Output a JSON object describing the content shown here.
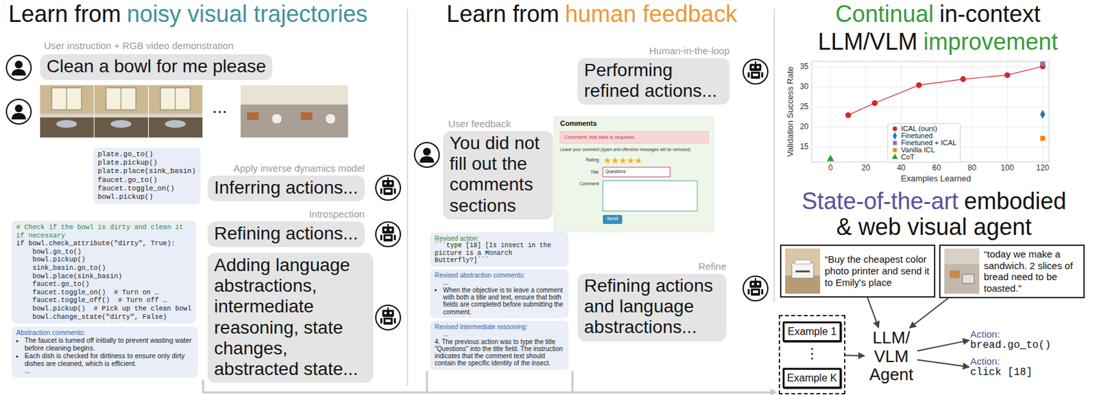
{
  "diagram": {
    "nodes": [
      {
        "text": [
          "Clean a bowl for me please"
        ]
      },
      {
        "text": [
          "plate.go_to()",
          "plate.pickup()",
          "plate.place(sink_basin)",
          "faucet.go_to()",
          "faucet.toggle_on()",
          "bowl.pickup()"
        ]
      },
      {
        "text": [
          "Apply inverse dynamics model",
          "Inferring actions..."
        ]
      },
      {
        "text": [
          "Introspection",
          "Refining actions..."
        ]
      },
      {
        "text": [
          "Adding language abstractions, intermediate reasoning, state changes, abstracted state..."
        ]
      },
      {
        "text": [
          "# Check if the bowl is dirty and clean it",
          "if necessary",
          "if bowl.check_attribute(\"dirty\", True):",
          "bowl.go_to()",
          "bowl.pickup()",
          "sink_basin.go_to()",
          "bowl.place(sink_basin)",
          "faucet.go_to()",
          "faucet.toggle_on()  # Turn on …",
          "faucet.toggle_off()  # Turn off …",
          "bowl.pickup()  # Pick up the clean bowl",
          "bowl.change_state(\"dirty\", False)"
        ]
      },
      {
        "text": [
          "Abstraction comments:",
          "The faucet is turned off initially to prevent wasting water before cleaning begins.",
          "Each dish is checked for dirtiness to ensure only dirty dishes are cleaned, which is efficient.",
          "..."
        ]
      },
      {
        "text": [
          "Human-in-the-loop",
          "Performing refined actions..."
        ]
      },
      {
        "text": [
          "User feedback",
          "You did not fill out the comments sections"
        ]
      },
      {
        "text": [
          "Revised action:",
          "```type [18] [Is insect in the picture is a Monarch Butterfly?]```"
        ]
      },
      {
        "text": [
          "Revised abstraction comments:",
          "...",
          "When the objective is to leave a comment with both a title and text, ensure that both fields are completed before submitting the comment."
        ]
      },
      {
        "text": [
          "Revised intermediate reasoning:",
          "...",
          "4. The previous action was to type the title \"Questions\" into the title field. The instruction indicates that the comment text should contain the specific identity of the insect."
        ]
      },
      {
        "text": [
          "Refine",
          "Refining actions and language abstractions..."
        ]
      },
      {
        "text": [
          "“Buy the cheapest color photo printer and send it to Emily's place"
        ]
      },
      {
        "text": [
          "“today we make a sandwich. 2 slices of bread need to be toasted.”"
        ]
      },
      {
        "text": [
          "⋮"
        ]
      },
      {
        "text": [
          "Example 1"
        ],
        "in": 15
      },
      {
        "text": [
          "Example K"
        ],
        "in": 15
      },
      {
        "text": [
          "LLM/ VLM Agent"
        ]
      },
      {
        "text": [
          "Action:",
          "bread.go_to()"
        ]
      },
      {
        "text": [
          "Action:",
          "click [18]"
        ]
      }
    ],
    "edges": [
      {
        "from": 13,
        "to": 18,
        "arrow": "to"
      },
      {
        "from": 14,
        "to": 18,
        "arrow": "to"
      },
      {
        "from": 15,
        "to": 18,
        "arrow": "to"
      },
      {
        "from": 18,
        "to": 19,
        "arrow": "to"
      },
      {
        "from": 18,
        "to": 20,
        "arrow": "to"
      }
    ],
    "labels": [
      "Learn from",
      "noisy visual trajectories",
      "Learn from",
      "human feedback",
      "Continual",
      "in-context",
      "LLM/VLM",
      "improvement",
      "State-of-the-art",
      "embodied",
      "& web visual agent",
      "User instruction + RGB video demonstration",
      "...",
      "Comments",
      "Comment: this field is required.",
      "Leave your comment (spam and offensive messages will be removed)",
      "Rating",
      "Title",
      "Questions",
      "Comment",
      "Send",
      "Validation Success Rate",
      "Examples Learned",
      "15",
      "20",
      "25",
      "30",
      "35",
      "0",
      "20",
      "40",
      "60",
      "80",
      "100",
      "120"
    ],
    "legend": [
      {
        "text": "ICAL (ours)",
        "color": "#d62728"
      },
      {
        "text": "Finetuned",
        "color": "#1f77b4"
      },
      {
        "text": "Finetuned + ICAL",
        "color": "#9467bd"
      },
      {
        "text": "Vanilla ICL",
        "color": "#ff7f0e"
      },
      {
        "text": "CoT",
        "color": "#2ca02c"
      }
    ]
  }
}
